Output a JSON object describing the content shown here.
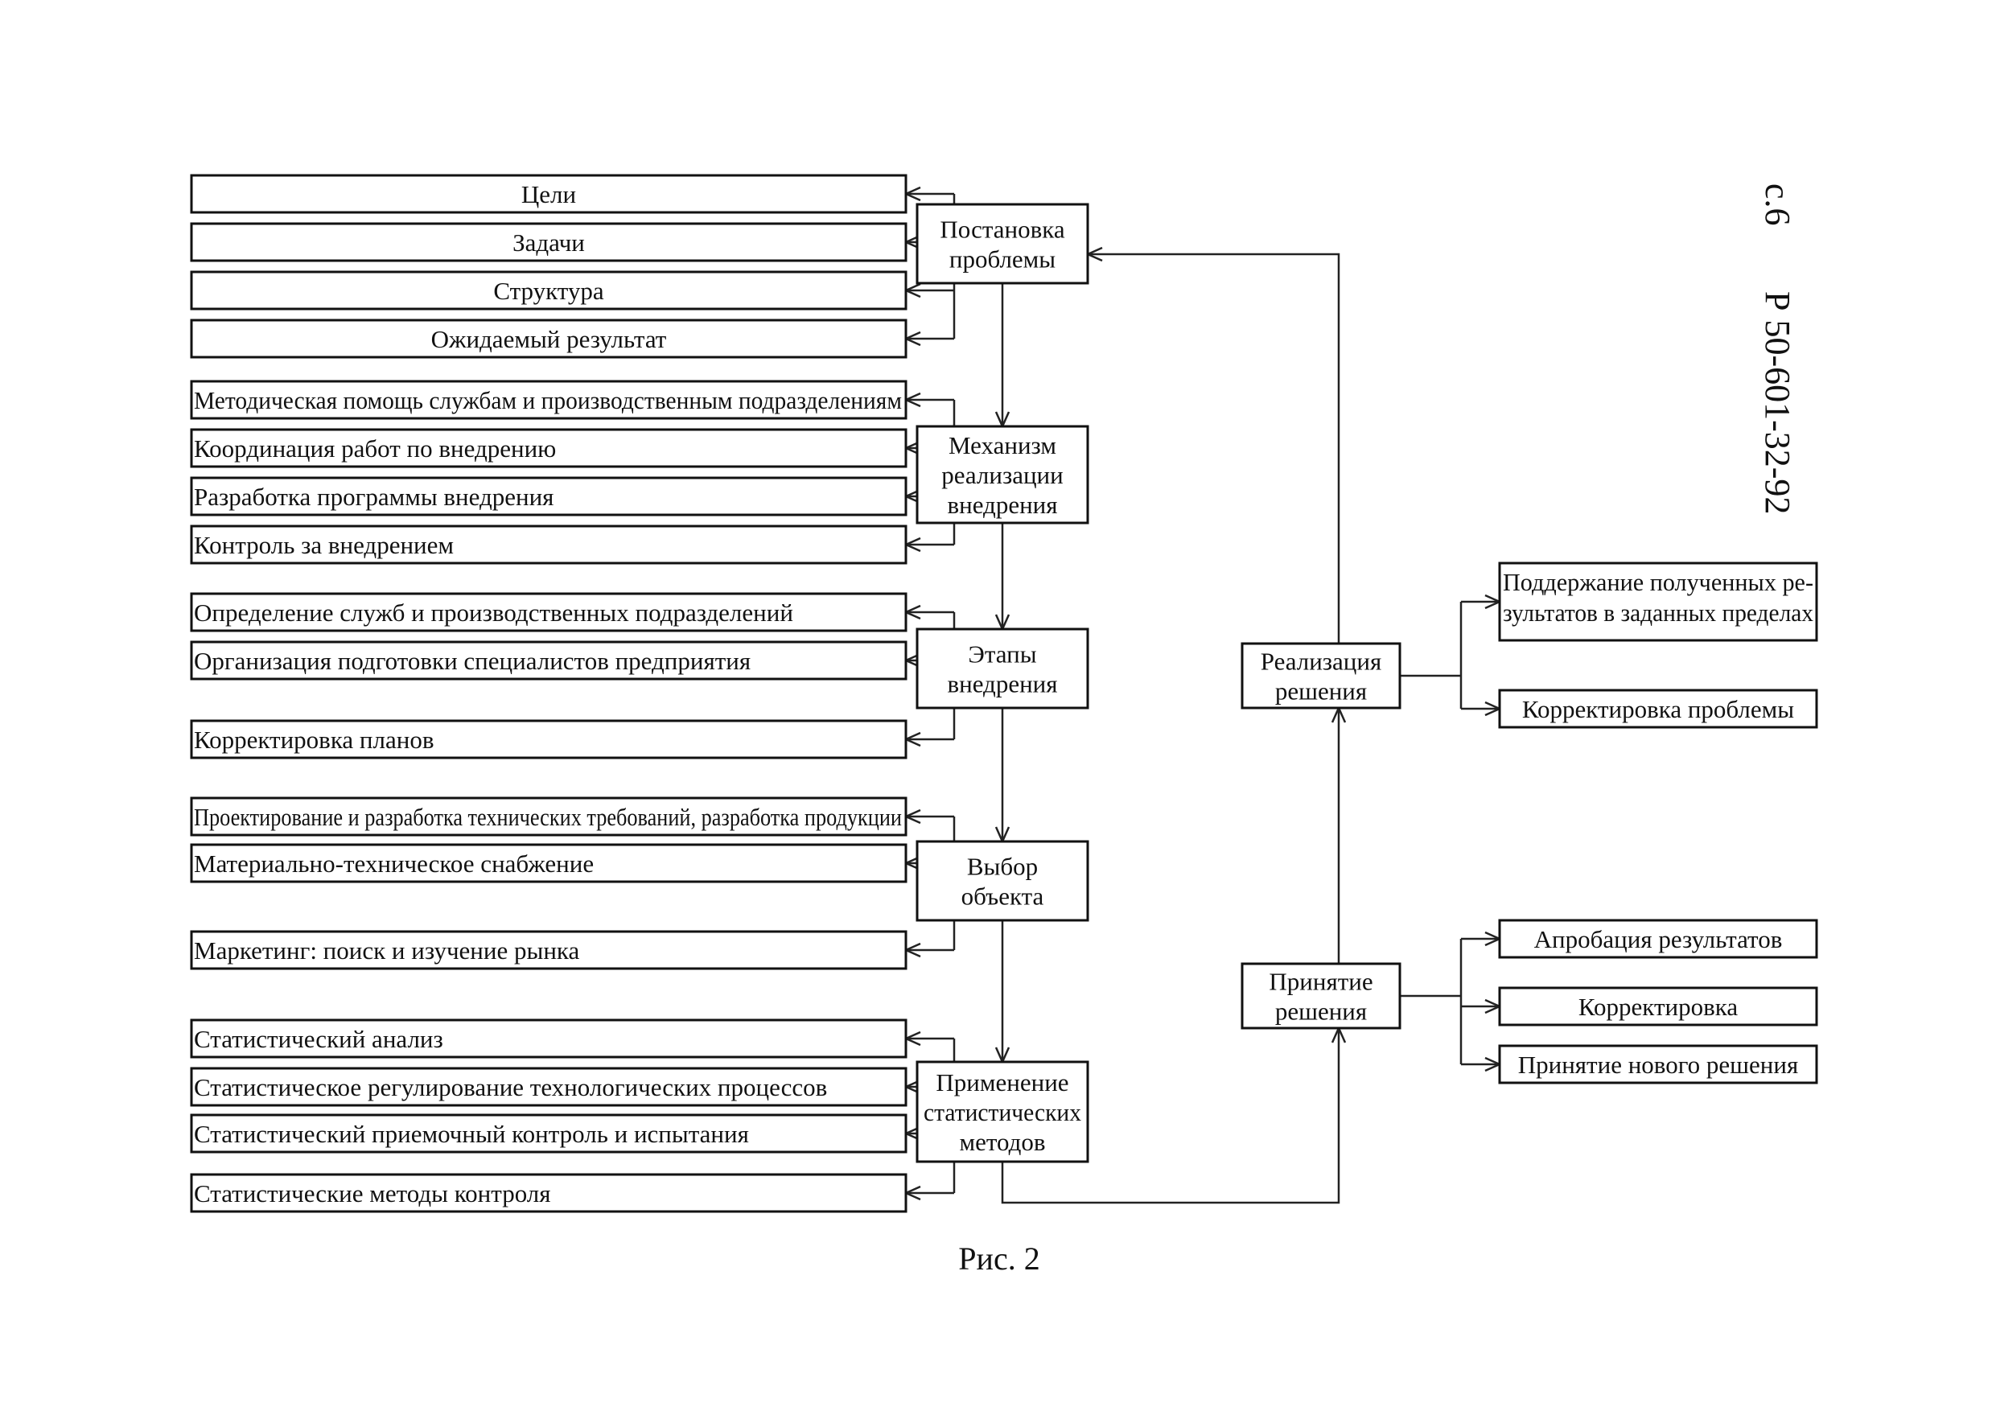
{
  "header": {
    "page_number": "с.6",
    "document_code": "Р 50-601-32-92"
  },
  "caption": "Рис. 2",
  "center": [
    {
      "id": "problem",
      "lines": [
        "Постановка",
        "проблемы"
      ]
    },
    {
      "id": "mechanism",
      "lines": [
        "Механизм",
        "реализации",
        "внедрения"
      ]
    },
    {
      "id": "stages",
      "lines": [
        "Этапы",
        "внедрения"
      ]
    },
    {
      "id": "object",
      "lines": [
        "Выбор",
        "объекта"
      ]
    },
    {
      "id": "stat",
      "lines": [
        "Применение",
        "статистических",
        "методов"
      ]
    }
  ],
  "decisions": {
    "implementation": {
      "lines": [
        "Реализация",
        "решения"
      ]
    },
    "adoption": {
      "lines": [
        "Принятие",
        "решения"
      ]
    }
  },
  "groups": [
    {
      "parent": "problem",
      "align": "center",
      "items": [
        "Цели",
        "Задачи",
        "Структура",
        "Ожидаемый результат"
      ]
    },
    {
      "parent": "mechanism",
      "align": "left",
      "items": [
        "Методическая помощь службам и производственным подразделениям",
        "Координация работ по внедрению",
        "Разработка программы внедрения",
        "Контроль за внедрением"
      ]
    },
    {
      "parent": "stages",
      "align": "left",
      "items": [
        "Определение служб и производственных подразделений",
        "Организация подготовки специалистов предприятия",
        "Корректировка планов"
      ]
    },
    {
      "parent": "object",
      "align": "left",
      "items": [
        "Проектирование и разработка технических требований, разработка продукции",
        "Материально-техническое снабжение",
        "Маркетинг: поиск и изучение рынка"
      ]
    },
    {
      "parent": "stat",
      "align": "left",
      "items": [
        "Статистический анализ",
        "Статистическое регулирование технологических процессов",
        "Статистический приемочный контроль и испытания",
        "Статистические методы контроля"
      ]
    }
  ],
  "right": {
    "implementation": [
      [
        "Поддержание полученных ре-",
        "зультатов в заданных пределах"
      ],
      [
        "Корректировка проблемы"
      ]
    ],
    "adoption": [
      [
        "Апробация результатов"
      ],
      [
        "Корректировка"
      ],
      [
        "Принятие нового решения"
      ]
    ]
  }
}
